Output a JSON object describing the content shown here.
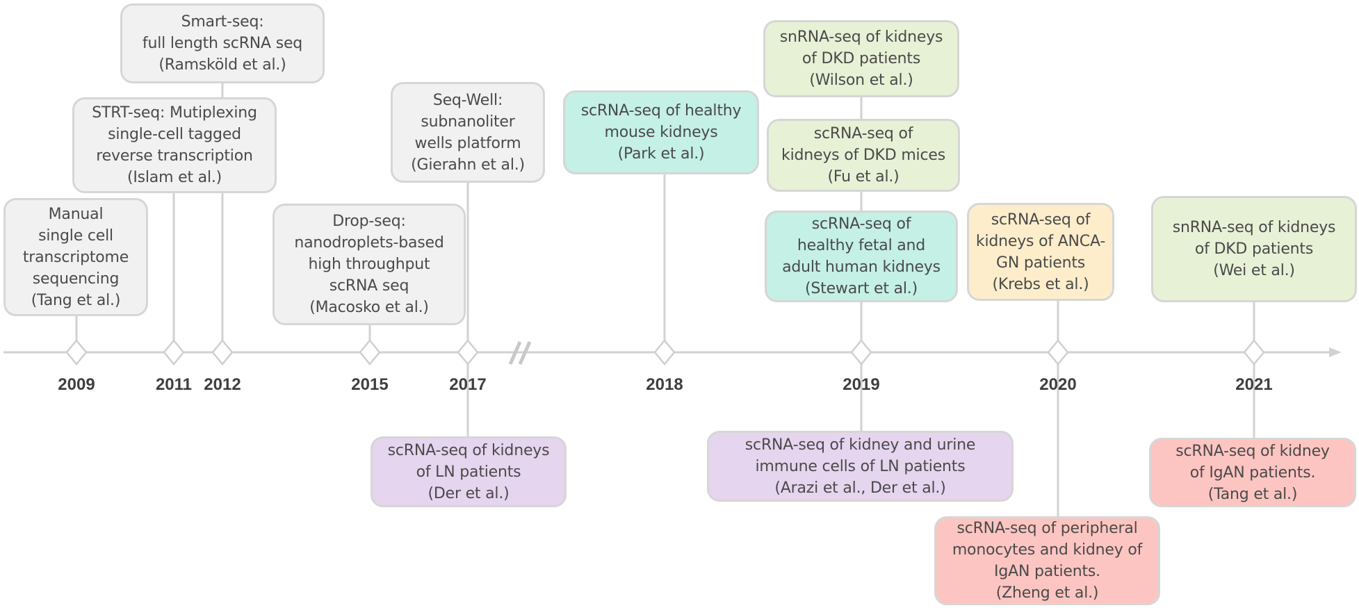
{
  "colors": {
    "axis": "#d2d2d2",
    "gray": "#f1f1f1",
    "teal": "#c4f0e6",
    "green": "#e7f1d6",
    "orange": "#fdedcb",
    "purple": "#e6d5ef",
    "red": "#fdc5c1",
    "border": "#d6d6d6",
    "text": "#4a4a4a"
  },
  "years": [
    "2009",
    "2011",
    "2012",
    "2015",
    "2017",
    "2018",
    "2019",
    "2020",
    "2021"
  ],
  "events": [
    {
      "id": "tang-2009",
      "year": "2009",
      "color": "gray",
      "lines": [
        "Manual",
        "single cell",
        "transcriptome",
        "sequencing",
        "(Tang et al.)"
      ]
    },
    {
      "id": "islam-2011",
      "year": "2011",
      "color": "gray",
      "lines": [
        "STRT-seq: Mutiplexing",
        "single-cell tagged",
        "reverse transcription",
        "(Islam et al.)"
      ]
    },
    {
      "id": "ramskold-2012",
      "year": "2012",
      "color": "gray",
      "lines": [
        "Smart-seq:",
        "full length scRNA seq",
        "(Ramsköld et al.)"
      ]
    },
    {
      "id": "macosko-2015",
      "year": "2015",
      "color": "gray",
      "lines": [
        "Drop-seq:",
        "nanodroplets-based",
        "high throughput",
        "scRNA seq",
        "(Macosko et al.)"
      ]
    },
    {
      "id": "gierahn-2017",
      "year": "2017",
      "color": "gray",
      "lines": [
        "Seq-Well:",
        "subnanoliter",
        "wells platform",
        "(Gierahn et al.)"
      ]
    },
    {
      "id": "der-2017",
      "year": "2017",
      "color": "purple",
      "lines": [
        "scRNA-seq of kidneys",
        "of LN patients",
        "(Der et al.)"
      ]
    },
    {
      "id": "park-2018",
      "year": "2018",
      "color": "teal",
      "lines": [
        "scRNA-seq of healthy",
        "mouse kidneys",
        "(Park et al.)"
      ]
    },
    {
      "id": "wilson-2019",
      "year": "2019",
      "color": "green",
      "lines": [
        "snRNA-seq of kidneys",
        "of DKD patients",
        "(Wilson et al.)"
      ]
    },
    {
      "id": "fu-2019",
      "year": "2019",
      "color": "green",
      "lines": [
        "scRNA-seq of",
        "kidneys of DKD mices",
        "(Fu et al.)"
      ]
    },
    {
      "id": "stewart-2019",
      "year": "2019",
      "color": "teal",
      "lines": [
        "scRNA-seq of",
        "healthy fetal and",
        "adult human kidneys",
        "(Stewart et al.)"
      ]
    },
    {
      "id": "arazi-2019",
      "year": "2019",
      "color": "purple",
      "lines": [
        "scRNA-seq of kidney and urine",
        "immune cells of LN patients",
        "(Arazi et al., Der et al.)"
      ]
    },
    {
      "id": "krebs-2020",
      "year": "2020",
      "color": "orange",
      "lines": [
        "scRNA-seq of",
        "kidneys of ANCA-",
        "GN patients",
        "(Krebs et al.)"
      ]
    },
    {
      "id": "zheng-2020",
      "year": "2020",
      "color": "red",
      "lines": [
        "scRNA-seq of peripheral",
        "monocytes and kidney of",
        "IgAN patients.",
        "(Zheng et al.)"
      ]
    },
    {
      "id": "wei-2021",
      "year": "2021",
      "color": "green",
      "lines": [
        "snRNA-seq of kidneys",
        "of DKD patients",
        "(Wei et al.)"
      ]
    },
    {
      "id": "tang-2021",
      "year": "2021",
      "color": "red",
      "lines": [
        "scRNA-seq of kidney",
        "of IgAN patients.",
        "(Tang et al.)"
      ]
    }
  ]
}
